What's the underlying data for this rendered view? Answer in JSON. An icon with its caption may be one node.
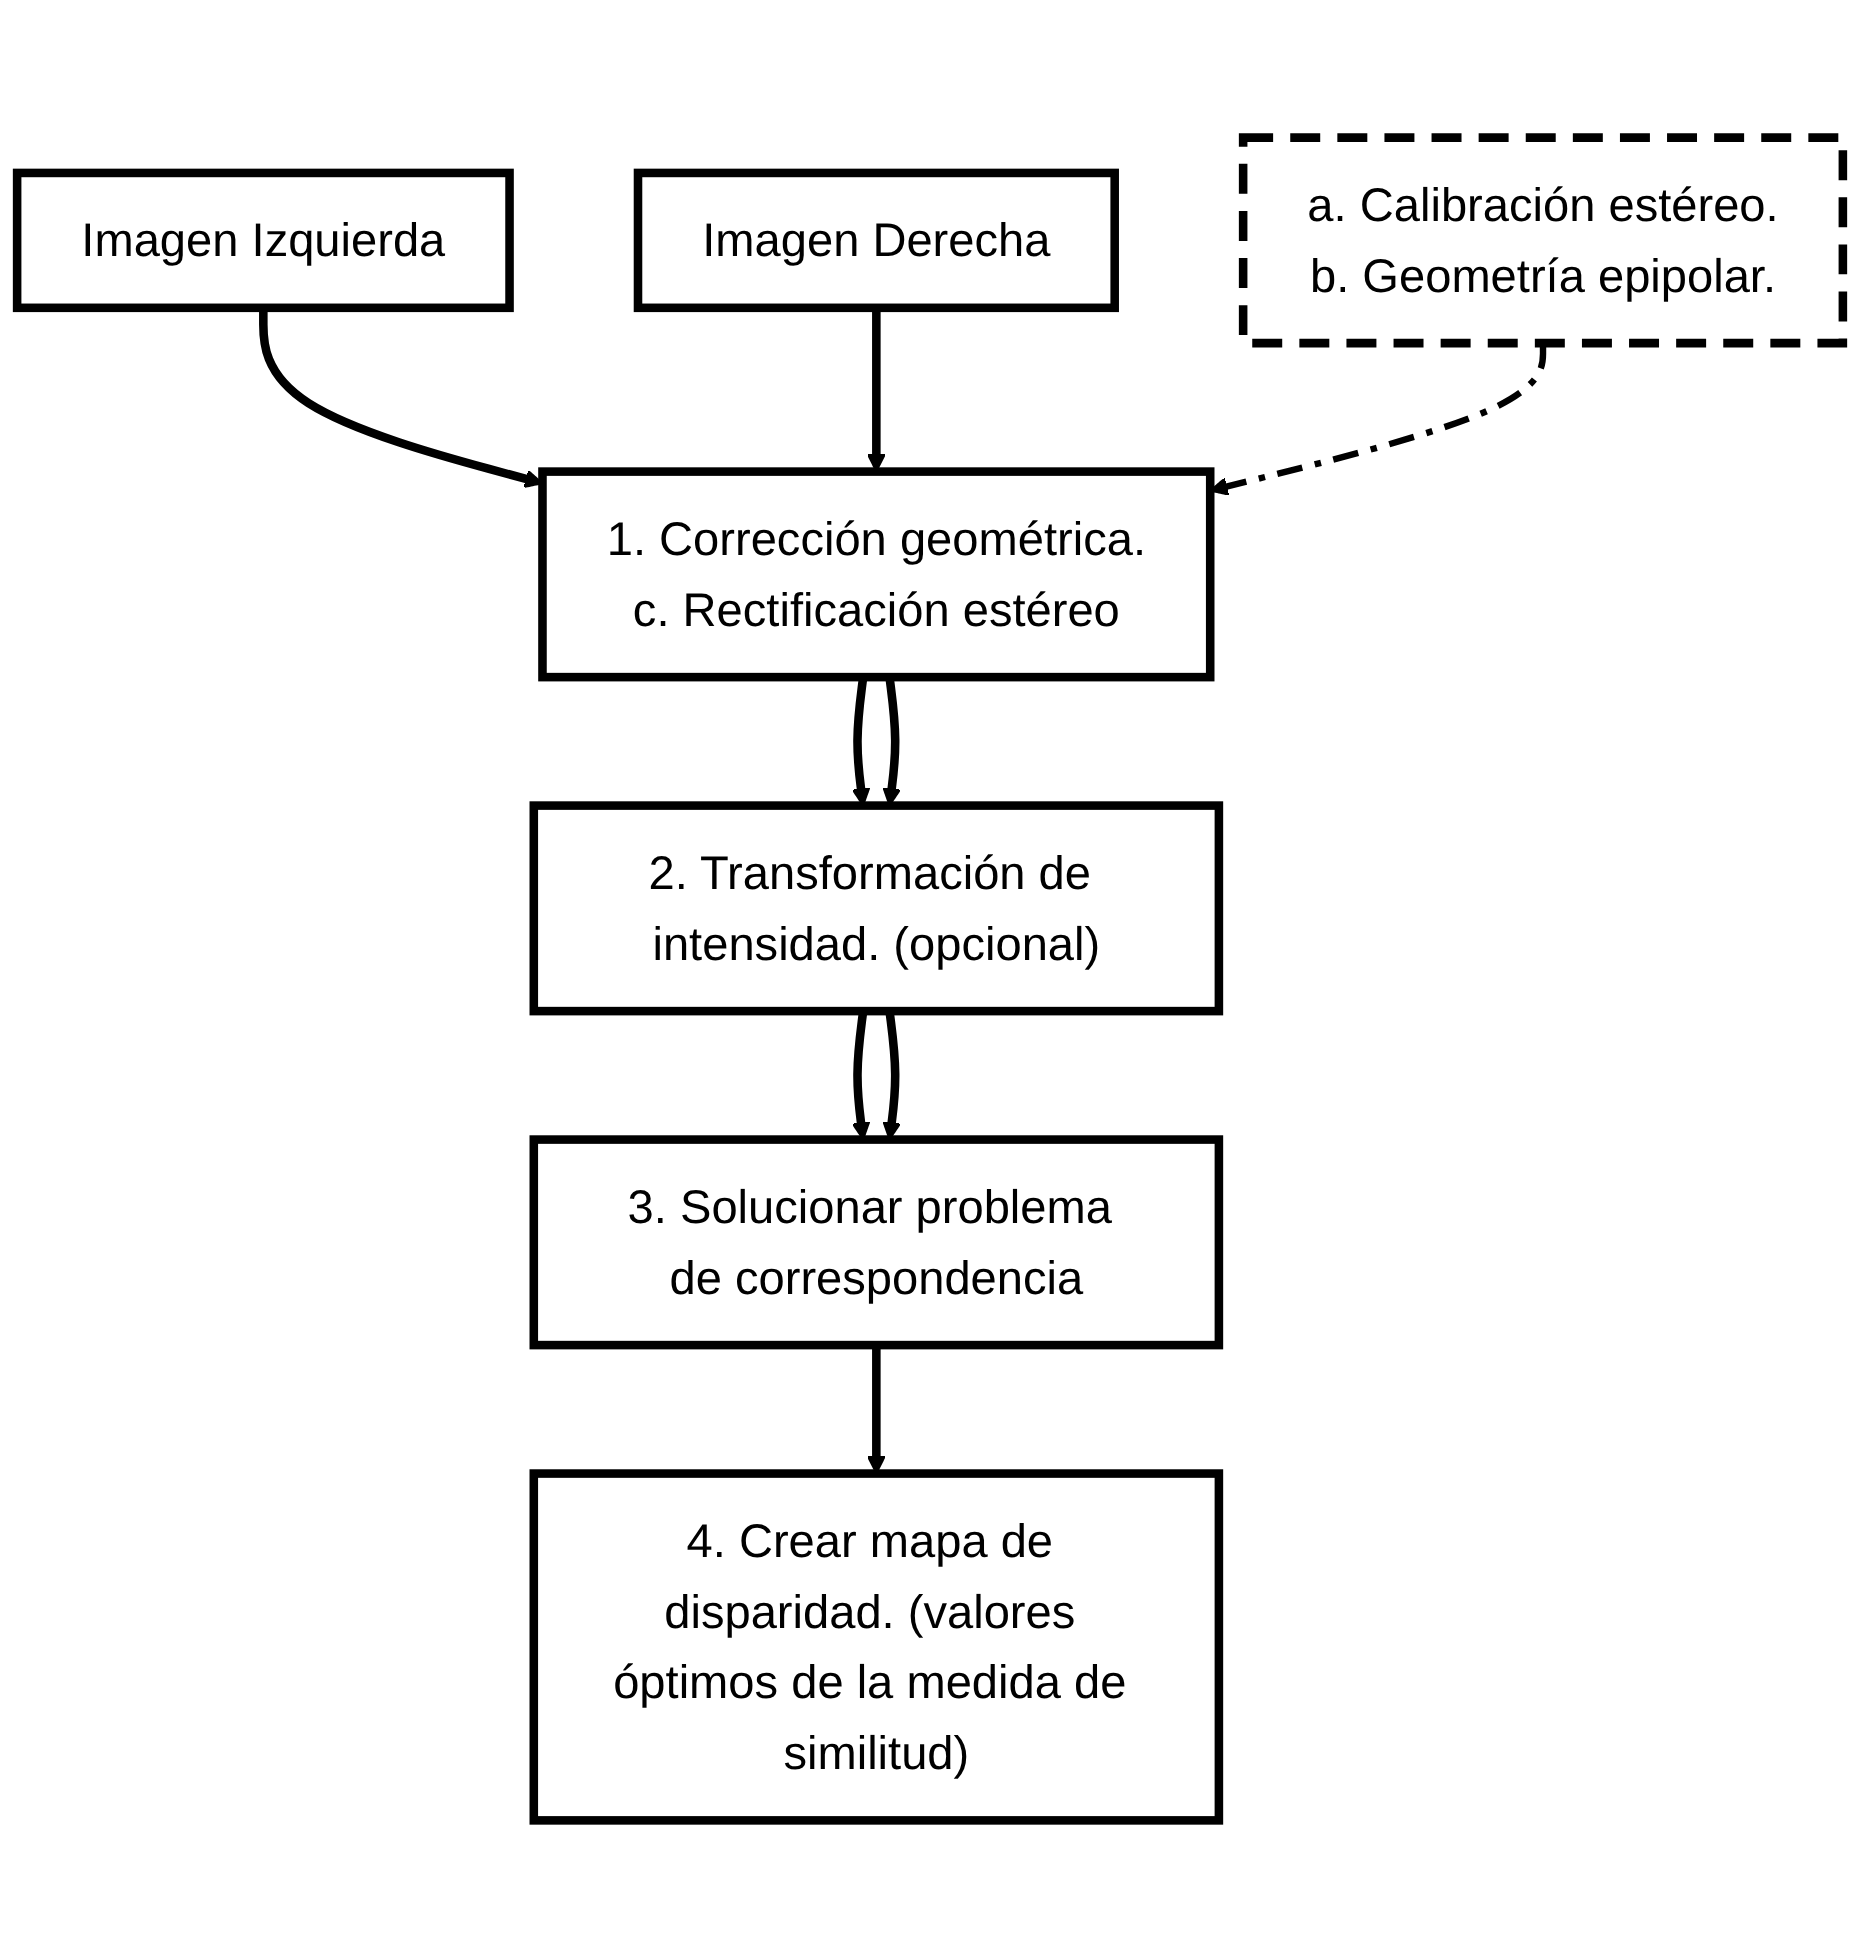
{
  "diagram": {
    "nodes": [
      {
        "text": [
          "Imagen Izquierda"
        ]
      },
      {
        "text": [
          "Imagen Derecha"
        ]
      },
      {
        "text": [
          "a. Calibración estéreo.",
          "b. Geometría epipolar."
        ]
      },
      {
        "text": [
          "1. Corrección geométrica.",
          "c. Rectificación estéreo"
        ]
      },
      {
        "text": [
          "2. Transformación de intensidad. (opcional)"
        ]
      },
      {
        "text": [
          "3. Solucionar problema de correspondencia"
        ]
      },
      {
        "text": [
          "4. Crear mapa de disparidad. (valores óptimos de la medida de similitud)"
        ]
      }
    ],
    "edges": [
      {
        "from": 0,
        "to": 3,
        "arrow": "to"
      },
      {
        "from": 1,
        "to": 3,
        "arrow": "to"
      },
      {
        "from": 2,
        "to": 3,
        "arrow": "to",
        "style": "dashed"
      },
      {
        "from": 3,
        "to": 4,
        "arrow": "to"
      },
      {
        "from": 3,
        "to": 4,
        "arrow": "to"
      },
      {
        "from": 4,
        "to": 5,
        "arrow": "to"
      },
      {
        "from": 4,
        "to": 5,
        "arrow": "to"
      },
      {
        "from": 5,
        "to": 6,
        "arrow": "to"
      }
    ]
  }
}
